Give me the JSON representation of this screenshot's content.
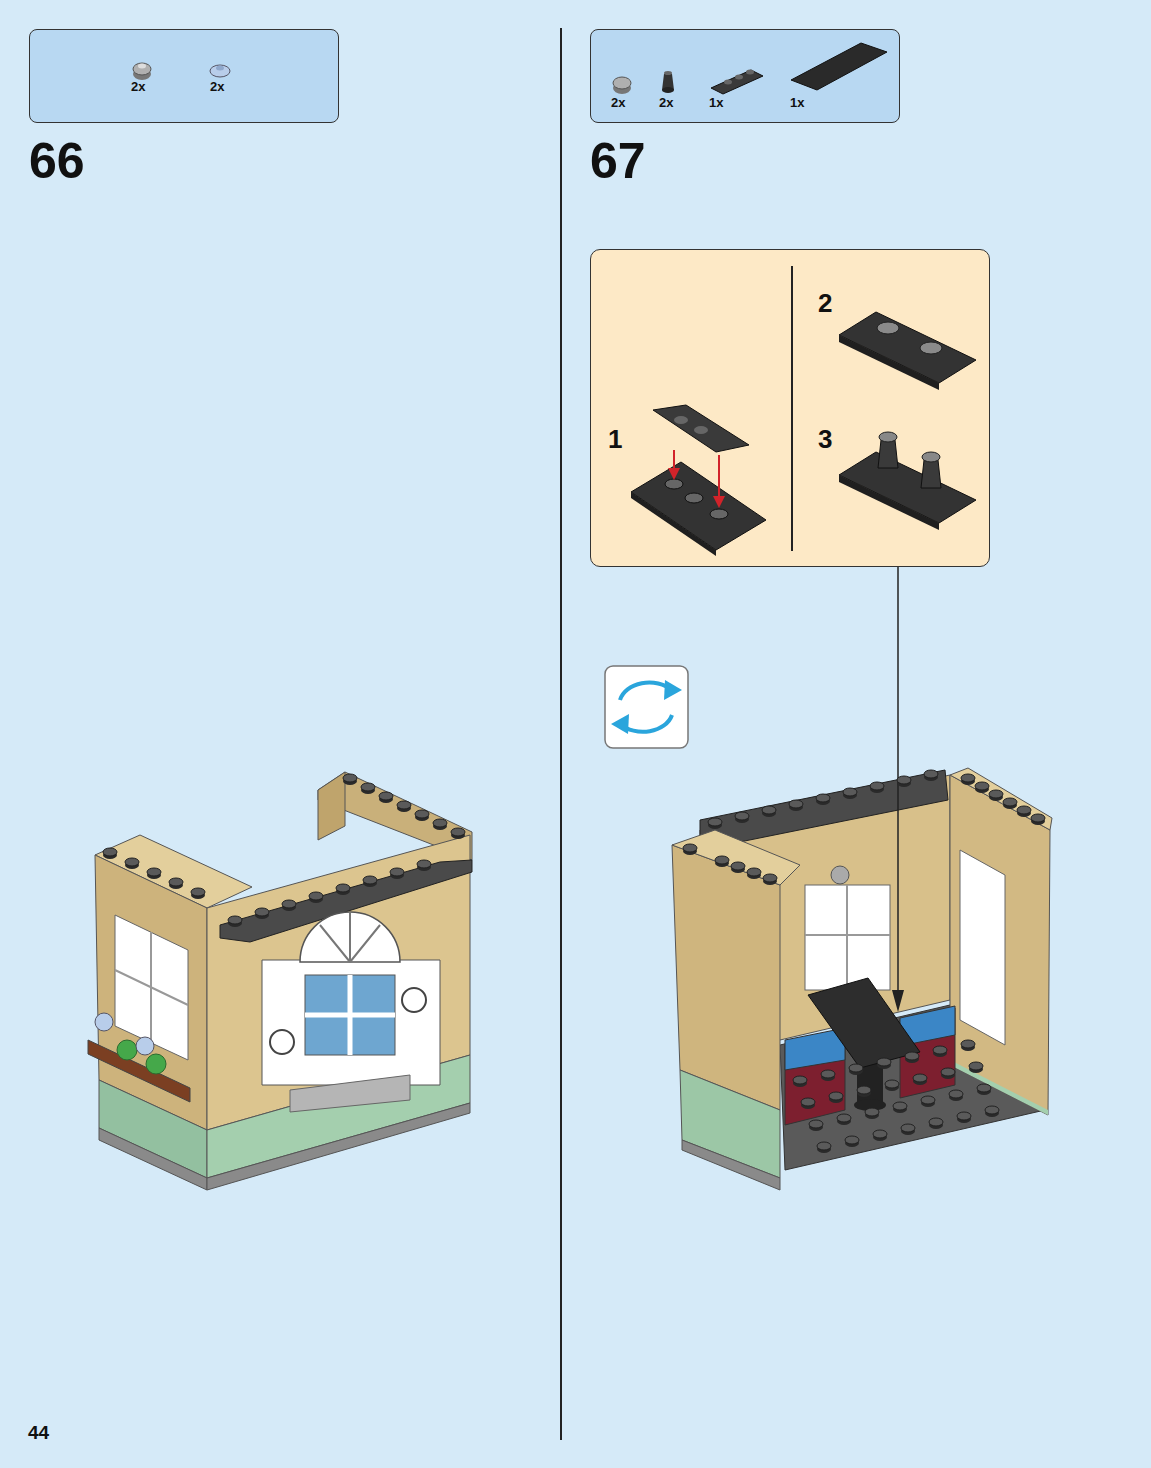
{
  "diagram": {
    "nodes": [
      {
        "text": [
          "2x",
          "2x"
        ]
      },
      {
        "text": [
          "2x",
          "2x",
          "1x",
          "1x"
        ]
      },
      {
        "text": [
          "1",
          "2",
          "3"
        ]
      }
    ],
    "labels": [
      "66",
      "67",
      "44"
    ]
  }
}
